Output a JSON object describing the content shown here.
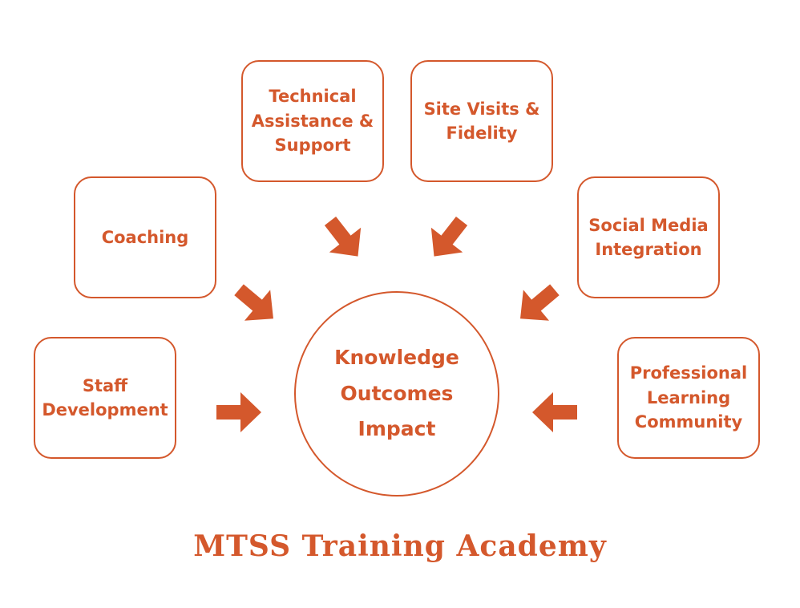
{
  "diagram": {
    "center": {
      "lines": [
        "Knowledge",
        "Outcomes",
        "Impact"
      ]
    },
    "nodes": {
      "technical_assistance": "Technical\nAssistance &\nSupport",
      "site_visits": "Site Visits &\nFidelity",
      "coaching": "Coaching",
      "social_media": "Social Media\nIntegration",
      "staff_development": "Staff\nDevelopment",
      "plc": "Professional\nLearning\nCommunity"
    },
    "footer_title": "MTSS Training Academy",
    "colors": {
      "accent": "#d4582c",
      "background": "#ffffff"
    }
  }
}
